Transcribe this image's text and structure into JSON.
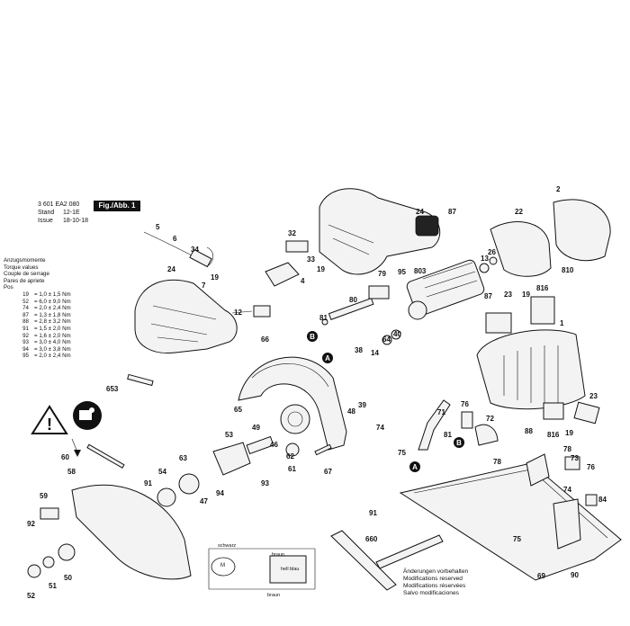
{
  "header": {
    "part_number": "3 601 EA2 080",
    "stand_label": "Stand",
    "stand_value": "12-1E",
    "issue_label": "Issue",
    "issue_value": "18-10-18",
    "figure": "Fig./Abb. 1"
  },
  "torque": {
    "titles": [
      "Anzugsmomente",
      "Torque values",
      "Couple de serrage",
      "Pares de apriete",
      "Pos"
    ],
    "rows": [
      {
        "pos": "19",
        "value": "= 1,0 ± 1,5 Nm"
      },
      {
        "pos": "52",
        "value": "= 6,0 ± 9,0 Nm"
      },
      {
        "pos": "74",
        "value": "= 2,0 ± 2,4 Nm"
      },
      {
        "pos": "87",
        "value": "= 1,3 ± 1,8 Nm"
      },
      {
        "pos": "88",
        "value": "= 2,8 ± 3,2 Nm"
      },
      {
        "pos": "91",
        "value": "= 1,5 ± 2,0 Nm"
      },
      {
        "pos": "92",
        "value": "= 1,6 ± 2,0 Nm"
      },
      {
        "pos": "93",
        "value": "= 3,0 ± 4,0 Nm"
      },
      {
        "pos": "94",
        "value": "= 3,0 ± 3,8 Nm"
      },
      {
        "pos": "95",
        "value": "= 2,0 ± 2,4 Nm"
      }
    ]
  },
  "notes": [
    "Änderungen vorbehalten",
    "Modifications reserved",
    "Modifications réservées",
    "Salvo modificaciones"
  ],
  "wiring": {
    "schwarz": "schwarz",
    "braun_top": "braun",
    "hell_blau": "hell blau",
    "braun_bottom": "braun",
    "motor": "M"
  },
  "labels": {
    "l2": "2",
    "l1": "1",
    "l4": "4",
    "l5": "5",
    "l6": "6",
    "l7": "7",
    "l12": "12",
    "l13": "13",
    "l14": "14",
    "l19a": "19",
    "l19b": "19",
    "l19c": "19",
    "l19d": "19",
    "l22": "22",
    "l23a": "23",
    "l23b": "23",
    "l24a": "24",
    "l24b": "24",
    "l26": "26",
    "l32": "32",
    "l33": "33",
    "l34": "34",
    "l38": "38",
    "l39": "39",
    "l40": "40",
    "l46": "46",
    "l47": "47",
    "l48": "48",
    "l49": "49",
    "l50": "50",
    "l51": "51",
    "l52": "52",
    "l53": "53",
    "l54": "54",
    "l58": "58",
    "l59": "59",
    "l60": "60",
    "l61": "61",
    "l62": "62",
    "l63": "63",
    "l64": "64",
    "l65": "65",
    "l66": "66",
    "l67": "67",
    "l69": "69",
    "l71": "71",
    "l72": "72",
    "l73": "73",
    "l74a": "74",
    "l74b": "74",
    "l75a": "75",
    "l75b": "75",
    "l76a": "76",
    "l76b": "76",
    "l78a": "78",
    "l78b": "78",
    "l79": "79",
    "l80": "80",
    "l81a": "81",
    "l81b": "81",
    "l84": "84",
    "l87a": "87",
    "l87b": "87",
    "l88": "88",
    "l90": "90",
    "l91a": "91",
    "l91b": "91",
    "l92": "92",
    "l93": "93",
    "l94": "94",
    "l95": "95",
    "l653": "653",
    "l660": "660",
    "l803": "803",
    "l810": "810",
    "l816a": "816",
    "l816b": "816",
    "A": "A",
    "B": "B"
  }
}
